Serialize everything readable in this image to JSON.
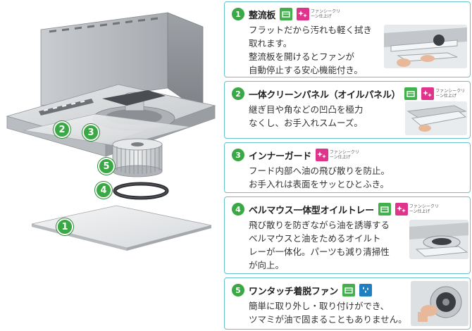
{
  "callouts": [
    "1",
    "2",
    "3",
    "4",
    "5"
  ],
  "tags": {
    "fancy_clean": "ファンシークリーン仕上げ"
  },
  "cards": [
    {
      "number": "1",
      "title": "整流板",
      "desc": "フラットだから汚れも軽く拭き\n取れます。\n整流板を開けるとファンが\n自動停止する安心機能付き。"
    },
    {
      "number": "2",
      "title": "一体クリーンパネル（オイルパネル）",
      "desc": "継ぎ目や角などの凹凸を極力\nなくし、お手入れスムーズ。"
    },
    {
      "number": "3",
      "title": "インナーガード",
      "desc": "フード内部へ油の飛び散りを防止。\nお手入れは表面をサッとひとふき。"
    },
    {
      "number": "4",
      "title": "ベルマウス一体型オイルトレー",
      "desc": "飛び散りを防ぎながら油を誘導する\nベルマウスと油をためるオイルト\nレーが一体化。パーツも減り清掃性\nが向上。"
    },
    {
      "number": "5",
      "title": "ワンタッチ着脱ファン",
      "desc": "簡単に取り外し・取り付けができ、\nツマミが油で固まることもありません。"
    }
  ],
  "colors": {
    "accent_green": "#3aa845",
    "card_border": "#66c2c9",
    "sparkle_pink": "#e0338c",
    "dish_green": "#44b04d",
    "water_blue": "#1f7fc1"
  }
}
